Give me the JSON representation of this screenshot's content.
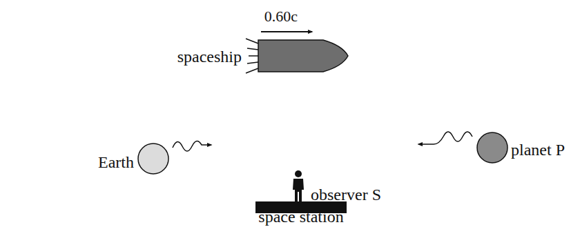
{
  "diagram": {
    "labels": [
      "0.60c",
      "spaceship",
      "Earth",
      "planet P",
      "observer S",
      "space station"
    ]
  }
}
